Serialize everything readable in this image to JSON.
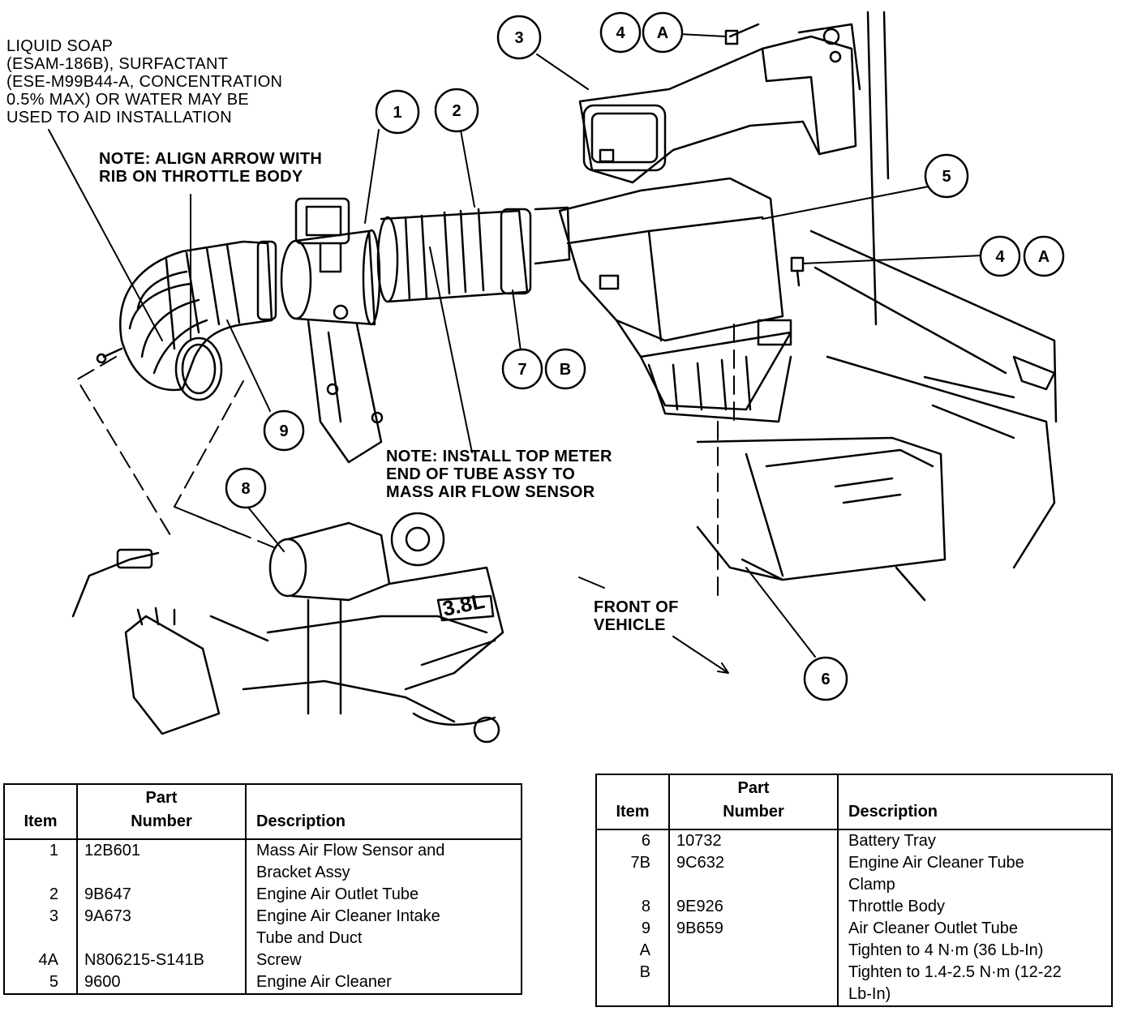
{
  "notes": {
    "soap": "LIQUID SOAP\n(ESAM-186B), SURFACTANT\n(ESE-M99B44-A, CONCENTRATION\n0.5% MAX) OR WATER MAY BE\nUSED TO AID INSTALLATION",
    "align": "NOTE: ALIGN ARROW WITH\nRIB ON THROTTLE BODY",
    "meter": "NOTE: INSTALL TOP METER\nEND OF TUBE ASSY TO\nMASS AIR FLOW SENSOR",
    "front": "FRONT OF\nVEHICLE"
  },
  "callouts": {
    "c1": "1",
    "c2": "2",
    "c3": "3",
    "c4a": "4",
    "c4b": "4",
    "ca1": "A",
    "ca2": "A",
    "c5": "5",
    "c6": "6",
    "c7": "7",
    "cb": "B",
    "c8": "8",
    "c9": "9"
  },
  "stamp": "3.8L",
  "colors": {
    "ink": "#000000",
    "paper": "#ffffff"
  },
  "table_left": {
    "headers": {
      "item": "Item",
      "part": "Part\nNumber",
      "desc": "Description"
    },
    "rows": [
      {
        "item": "1",
        "part": "12B601",
        "desc": "Mass Air Flow Sensor and\nBracket Assy"
      },
      {
        "item": "2",
        "part": "9B647",
        "desc": "Engine Air Outlet Tube"
      },
      {
        "item": "3",
        "part": "9A673",
        "desc": "Engine Air Cleaner Intake\nTube and Duct"
      },
      {
        "item": "4A",
        "part": "N806215-S141B",
        "desc": "Screw"
      },
      {
        "item": "5",
        "part": "9600",
        "desc": "Engine Air Cleaner"
      }
    ]
  },
  "table_right": {
    "headers": {
      "item": "Item",
      "part": "Part\nNumber",
      "desc": "Description"
    },
    "rows": [
      {
        "item": "6",
        "part": "10732",
        "desc": "Battery Tray"
      },
      {
        "item": "7B",
        "part": "9C632",
        "desc": "Engine Air Cleaner Tube\nClamp"
      },
      {
        "item": "8",
        "part": "9E926",
        "desc": "Throttle Body"
      },
      {
        "item": "9",
        "part": "9B659",
        "desc": "Air Cleaner Outlet Tube"
      },
      {
        "item": "A",
        "part": "",
        "desc": "Tighten to 4 N·m (36 Lb-In)"
      },
      {
        "item": "B",
        "part": "",
        "desc": "Tighten to 1.4-2.5 N·m (12-22\nLb-In)"
      }
    ]
  }
}
